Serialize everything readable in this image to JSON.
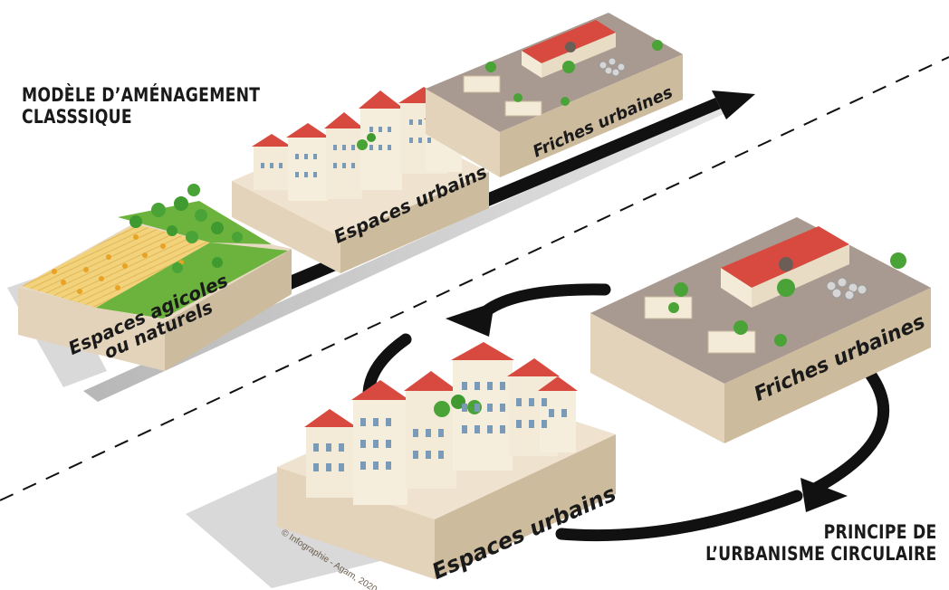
{
  "headings": {
    "classic": [
      "MODÈLE D’AMÉNAGEMENT",
      "CLASSSIQUE"
    ],
    "circular": [
      "PRINCIPE DE",
      "L’URBANISME CIRCULAIRE"
    ]
  },
  "blocks": {
    "agricultural": [
      "Espaces agicoles",
      "ou naturels"
    ],
    "urban_top": "Espaces urbains",
    "friches_top": "Friches urbaines",
    "urban_bottom": "Espaces urbains",
    "friches_bottom": "Friches urbaines"
  },
  "credit": "© Infographie - Agam, 2020",
  "colors": {
    "block_face": "#efe3d0",
    "block_side": "#ddcdb5",
    "block_dark": "#c9b89c",
    "roof": "#d84a3f",
    "wall": "#f3ead8",
    "grass": "#6cb33e",
    "wheat": "#f0cf6f",
    "wasteland": "#a99a91",
    "arrow": "#111111"
  }
}
